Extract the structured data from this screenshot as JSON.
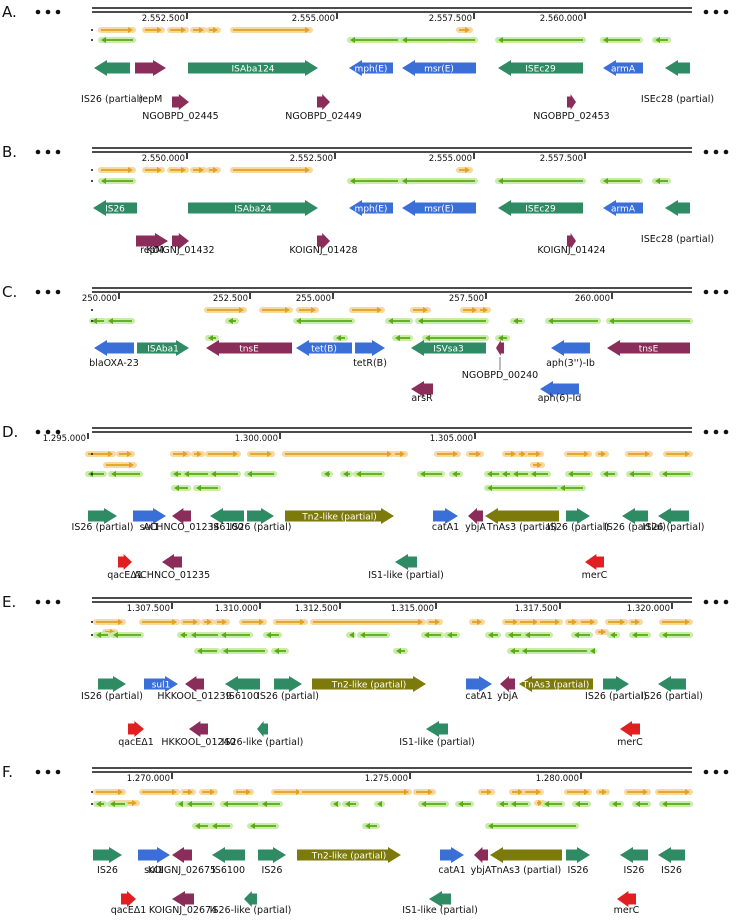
{
  "colors": {
    "teal": "#2e8b63",
    "blue": "#3b6fd8",
    "magenta": "#8b2d5a",
    "olive": "#7d7a0c",
    "red": "#e02020",
    "orf_fwd": "#e4a020",
    "orf_fwd_glow": "#f5d9a0",
    "orf_rev": "#5aaa18",
    "orf_rev_glow": "#c9eca8"
  },
  "panels": [
    {
      "letter": "A.",
      "ticks": [
        "2.552.500",
        "2.555.000",
        "2.557.500",
        "2.560.000"
      ],
      "genes_row1": [
        {
          "label": "IS26 (partial)",
          "color": "teal",
          "dir": "rev",
          "inside": false
        },
        {
          "label": "repM",
          "color": "magenta",
          "dir": "fwd",
          "inside": false
        },
        {
          "label": "ISAba124",
          "color": "teal",
          "dir": "fwd",
          "inside": true
        },
        {
          "label": "mph(E)",
          "color": "blue",
          "dir": "rev",
          "inside": true
        },
        {
          "label": "msr(E)",
          "color": "blue",
          "dir": "rev",
          "inside": true
        },
        {
          "label": "ISEc29",
          "color": "teal",
          "dir": "rev",
          "inside": true
        },
        {
          "label": "armA",
          "color": "blue",
          "dir": "rev",
          "inside": true
        },
        {
          "label": "ISEc28 (partial)",
          "color": "teal",
          "dir": "rev",
          "inside": false
        }
      ],
      "genes_row2": [
        {
          "label": "NGOBPD_02445",
          "color": "magenta",
          "dir": "fwd"
        },
        {
          "label": "NGOBPD_02449",
          "color": "magenta",
          "dir": "fwd"
        },
        {
          "label": "NGOBPD_02453",
          "color": "magenta",
          "dir": "fwd"
        }
      ]
    },
    {
      "letter": "B.",
      "ticks": [
        "2.550.000",
        "2.552.500",
        "2.555.000",
        "2.557.500"
      ],
      "genes_row1": [
        {
          "label": "IS26",
          "color": "teal",
          "dir": "rev",
          "inside": true
        },
        {
          "label": "ISAba24",
          "color": "teal",
          "dir": "fwd",
          "inside": true
        },
        {
          "label": "mph(E)",
          "color": "blue",
          "dir": "rev",
          "inside": true
        },
        {
          "label": "msr(E)",
          "color": "blue",
          "dir": "rev",
          "inside": true
        },
        {
          "label": "ISEc29",
          "color": "teal",
          "dir": "rev",
          "inside": true
        },
        {
          "label": "armA",
          "color": "blue",
          "dir": "rev",
          "inside": true
        },
        {
          "label": "ISEc28 (partial)",
          "color": "teal",
          "dir": "rev",
          "inside": false
        }
      ],
      "genes_row2": [
        {
          "label": "repM",
          "color": "magenta",
          "dir": "fwd"
        },
        {
          "label": "KOIGNJ_01432",
          "color": "magenta",
          "dir": "fwd"
        },
        {
          "label": "KOIGNJ_01428",
          "color": "magenta",
          "dir": "fwd"
        },
        {
          "label": "KOIGNJ_01424",
          "color": "magenta",
          "dir": "fwd"
        }
      ]
    },
    {
      "letter": "C.",
      "ticks": [
        "250.000",
        "252.500",
        "255.000",
        "257.500",
        "260.000"
      ],
      "genes_row1": [
        {
          "label": "blaOXA-23",
          "color": "blue",
          "dir": "rev",
          "inside": false
        },
        {
          "label": "ISAba1",
          "color": "teal",
          "dir": "fwd",
          "inside": true
        },
        {
          "label": "tnsE",
          "color": "magenta",
          "dir": "rev",
          "inside": true
        },
        {
          "label": "tet(B)",
          "color": "blue",
          "dir": "rev",
          "inside": true
        },
        {
          "label": "tetR(B)",
          "color": "blue",
          "dir": "fwd",
          "inside": false
        },
        {
          "label": "ISVsa3",
          "color": "teal",
          "dir": "rev",
          "inside": true
        },
        {
          "label": "NGOBPD_00240",
          "color": "magenta",
          "dir": "rev",
          "inside": false
        },
        {
          "label": "aph(3'')-Ib",
          "color": "blue",
          "dir": "rev",
          "inside": false
        },
        {
          "label": "tnsE",
          "color": "magenta",
          "dir": "rev",
          "inside": true
        }
      ],
      "genes_row2": [
        {
          "label": "arsR",
          "color": "magenta",
          "dir": "rev"
        },
        {
          "label": "aph(6)-Id",
          "color": "blue",
          "dir": "rev"
        }
      ]
    },
    {
      "letter": "D.",
      "ticks": [
        "1.295.000",
        "1.300.000",
        "1.305.000"
      ],
      "genes_row1": [
        {
          "label": "IS26 (partial)",
          "color": "teal",
          "dir": "fwd",
          "inside": false
        },
        {
          "label": "sul1",
          "color": "blue",
          "dir": "fwd",
          "inside": false
        },
        {
          "label": "ACHNCO_01234",
          "color": "magenta",
          "dir": "rev",
          "inside": false
        },
        {
          "label": "IS6100",
          "color": "teal",
          "dir": "rev",
          "inside": false
        },
        {
          "label": "IS26 (partial)",
          "color": "teal",
          "dir": "fwd",
          "inside": false
        },
        {
          "label": "Tn2-like (partial)",
          "color": "olive",
          "dir": "fwd",
          "inside": true
        },
        {
          "label": "catA1",
          "color": "blue",
          "dir": "fwd",
          "inside": false
        },
        {
          "label": "ybjA",
          "color": "magenta",
          "dir": "rev",
          "inside": false
        },
        {
          "label": "TnAs3 (partial)",
          "color": "olive",
          "dir": "rev",
          "inside": false
        },
        {
          "label": "IS26 (partial)",
          "color": "teal",
          "dir": "fwd",
          "inside": false
        },
        {
          "label": "IS26 (partial)",
          "color": "teal",
          "dir": "rev",
          "inside": false
        },
        {
          "label": "IS26 (partial)",
          "color": "teal",
          "dir": "rev",
          "inside": false
        }
      ],
      "genes_row2": [
        {
          "label": "qacEΔ1",
          "color": "red",
          "dir": "fwd"
        },
        {
          "label": "ACHNCO_01235",
          "color": "magenta",
          "dir": "rev"
        },
        {
          "label": "IS1-like (partial)",
          "color": "teal",
          "dir": "rev"
        },
        {
          "label": "merC",
          "color": "red",
          "dir": "rev"
        }
      ]
    },
    {
      "letter": "E.",
      "ticks": [
        "1.307.500",
        "1.310.000",
        "1.312.500",
        "1.315.000",
        "1.317.500",
        "1.320.000"
      ],
      "genes_row1": [
        {
          "label": "IS26 (partial)",
          "color": "teal",
          "dir": "fwd",
          "inside": false
        },
        {
          "label": "sul1",
          "color": "blue",
          "dir": "fwd",
          "inside": true
        },
        {
          "label": "HKKOOL_01239",
          "color": "magenta",
          "dir": "rev",
          "inside": false
        },
        {
          "label": "IS6100",
          "color": "teal",
          "dir": "rev",
          "inside": false
        },
        {
          "label": "IS26 (partial)",
          "color": "teal",
          "dir": "fwd",
          "inside": false
        },
        {
          "label": "Tn2-like (partial)",
          "color": "olive",
          "dir": "fwd",
          "inside": true
        },
        {
          "label": "catA1",
          "color": "blue",
          "dir": "fwd",
          "inside": false
        },
        {
          "label": "ybjA",
          "color": "magenta",
          "dir": "rev",
          "inside": false
        },
        {
          "label": "TnAs3 (partial)",
          "color": "olive",
          "dir": "rev",
          "inside": true
        },
        {
          "label": "IS26 (partial)",
          "color": "teal",
          "dir": "fwd",
          "inside": false
        },
        {
          "label": "IS26 (partial)",
          "color": "teal",
          "dir": "rev",
          "inside": false
        }
      ],
      "genes_row2": [
        {
          "label": "qacEΔ1",
          "color": "red",
          "dir": "fwd"
        },
        {
          "label": "HKKOOL_01240",
          "color": "magenta",
          "dir": "rev"
        },
        {
          "label": "IS26-like (partial)",
          "color": "teal",
          "dir": "rev"
        },
        {
          "label": "IS1-like (partial)",
          "color": "teal",
          "dir": "rev"
        },
        {
          "label": "merC",
          "color": "red",
          "dir": "rev"
        }
      ]
    },
    {
      "letter": "F.",
      "ticks": [
        "1.270.000",
        "1.275.000",
        "1.280.000"
      ],
      "genes_row1": [
        {
          "label": "IS26",
          "color": "teal",
          "dir": "fwd",
          "inside": false
        },
        {
          "label": "sul1",
          "color": "blue",
          "dir": "fwd",
          "inside": false
        },
        {
          "label": "KOIGNJ_02675",
          "color": "magenta",
          "dir": "rev",
          "inside": false
        },
        {
          "label": "IS6100",
          "color": "teal",
          "dir": "rev",
          "inside": false
        },
        {
          "label": "IS26",
          "color": "teal",
          "dir": "fwd",
          "inside": false
        },
        {
          "label": "Tn2-like (partial)",
          "color": "olive",
          "dir": "fwd",
          "inside": true
        },
        {
          "label": "catA1",
          "color": "blue",
          "dir": "fwd",
          "inside": false
        },
        {
          "label": "ybjA",
          "color": "magenta",
          "dir": "rev",
          "inside": false
        },
        {
          "label": "TnAs3 (partial)",
          "color": "olive",
          "dir": "rev",
          "inside": false
        },
        {
          "label": "IS26",
          "color": "teal",
          "dir": "fwd",
          "inside": false
        },
        {
          "label": "IS26",
          "color": "teal",
          "dir": "rev",
          "inside": false
        },
        {
          "label": "IS26",
          "color": "teal",
          "dir": "rev",
          "inside": false
        }
      ],
      "genes_row2": [
        {
          "label": "qacEΔ1",
          "color": "red",
          "dir": "fwd"
        },
        {
          "label": "KOIGNJ_02674",
          "color": "magenta",
          "dir": "rev"
        },
        {
          "label": "IS26-like (partial)",
          "color": "teal",
          "dir": "rev"
        },
        {
          "label": "IS1-like (partial)",
          "color": "teal",
          "dir": "rev"
        },
        {
          "label": "merC",
          "color": "red",
          "dir": "rev"
        }
      ]
    }
  ]
}
